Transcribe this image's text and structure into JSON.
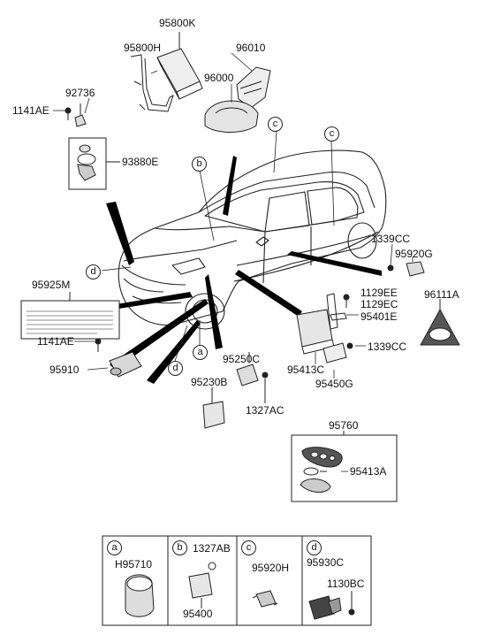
{
  "parts": {
    "p95800K": "95800K",
    "p95800H": "95800H",
    "p96010": "96010",
    "p96000": "96000",
    "p92736": "92736",
    "p1141AE_top": "1141AE",
    "p93880E": "93880E",
    "p95925M": "95925M",
    "p1141AE_bot": "1141AE",
    "p95910": "95910",
    "p1339CC_top": "1339CC",
    "p95920G": "95920G",
    "p1129EE": "1129EE",
    "p1129EC": "1129EC",
    "p96111A": "96111A",
    "p95401E": "95401E",
    "p1339CC_bot": "1339CC",
    "p95413C": "95413C",
    "p95450G": "95450G",
    "p95250C": "95250C",
    "p95230B": "95230B",
    "p1327AC": "1327AC",
    "p95760": "95760",
    "p95413A": "95413A"
  },
  "callouts": {
    "c_top1": "c",
    "c_top2": "c",
    "b_top": "b",
    "d_left": "d",
    "a_mid": "a",
    "d_bot": "d"
  },
  "legend": {
    "a": {
      "letter": "a",
      "part1": "H95710"
    },
    "b": {
      "letter": "b",
      "part1": "1327AB",
      "part2": "95400"
    },
    "c": {
      "letter": "c",
      "part1": "95920H"
    },
    "d": {
      "letter": "d",
      "part1": "95930C",
      "part2": "1130BC"
    }
  },
  "colors": {
    "ink": "#111111",
    "pointer": "#000000",
    "paper": "#ffffff"
  }
}
